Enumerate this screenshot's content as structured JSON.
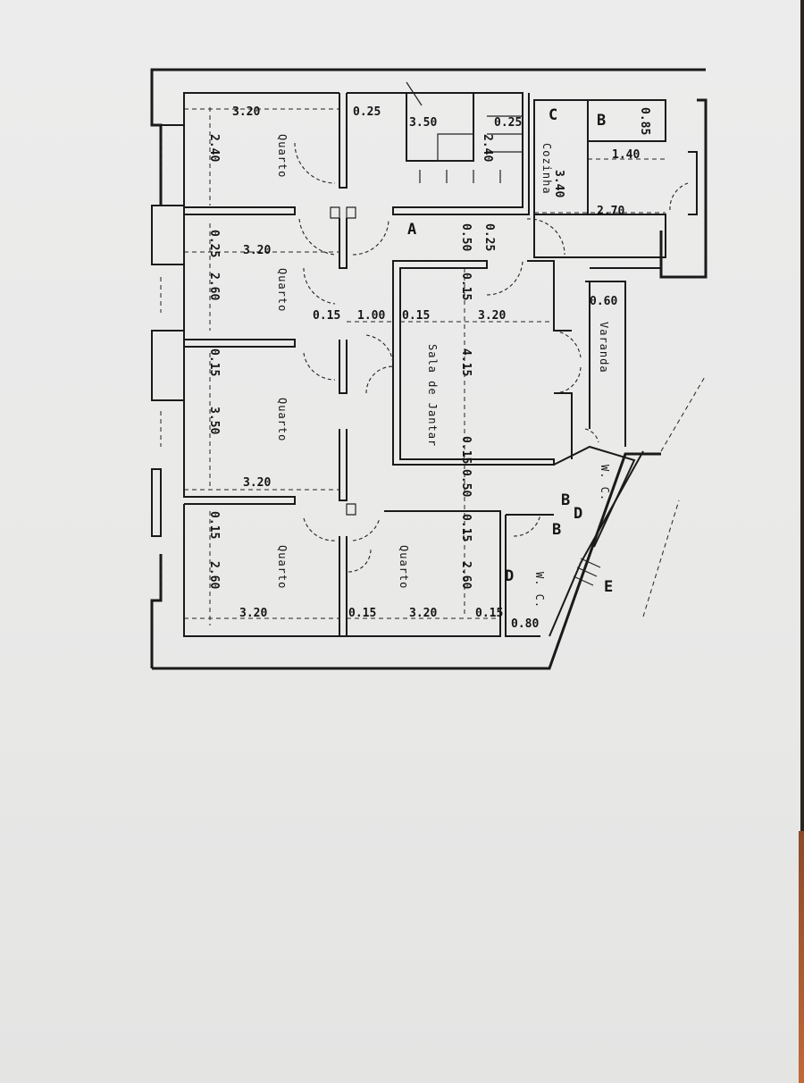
{
  "rooms": {
    "quarto_1": "Quarto",
    "quarto_2": "Quarto",
    "quarto_3": "Quarto",
    "quarto_4": "Quarto",
    "quarto_5": "Quarto",
    "sala": "Sala de Jantar",
    "cozinha": "Cozinha",
    "varanda": "Varanda",
    "wc_1": "W. C.",
    "wc_2": "W. C."
  },
  "dimensions": {
    "q1_width": "3.20",
    "q1_depth": "2.40",
    "q2_width": "3.20",
    "q2_depth": "2.60",
    "q3_depth": "3.50",
    "q3_width": "3.20",
    "q4_depth": "2.60",
    "q4_width": "3.20",
    "q5_width": "3.20",
    "q5_depth": "2.60",
    "stair_width": "3.50",
    "stair_depth": "2.40",
    "wall_025_a": "0.25",
    "wall_025_b": "0.25",
    "wall_025_c": "0.25",
    "wall_025_d": "0.25",
    "hall_050_a": "0.50",
    "hall_050_b": "0.50",
    "hall_width": "1.00",
    "wall_015_a": "0.15",
    "wall_015_b": "0.15",
    "wall_015_c": "0.15",
    "wall_015_d": "0.15",
    "wall_015_e": "0.15",
    "wall_015_f": "0.15",
    "wall_015_g": "0.15",
    "wall_015_h": "0.15",
    "wall_015_i": "0.15",
    "sala_width": "3.20",
    "sala_depth": "4.15",
    "cozinha_depth": "3.40",
    "cozinha_width": "2.70",
    "b_box_width": "1.40",
    "b_box_depth": "0.85",
    "varanda_width": "0.60",
    "wc_width": "0.80"
  },
  "markers": {
    "a": "A",
    "b_1": "B",
    "b_2": "B",
    "b_3": "B",
    "c": "C",
    "d_1": "D",
    "d_2": "D",
    "e": "E"
  }
}
